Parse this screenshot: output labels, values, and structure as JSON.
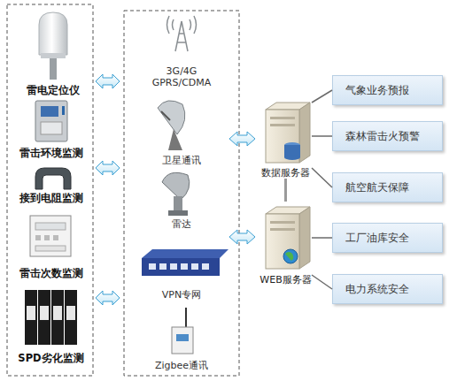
{
  "diagram": {
    "nodes": [
      {
        "text": [
          "雷电定位仪"
        ]
      },
      {
        "text": [
          "雷击环境监测"
        ]
      },
      {
        "text": [
          "接到电阻监测"
        ]
      },
      {
        "text": [
          "雷击次数监测"
        ]
      },
      {
        "text": [
          "SPD劣化监测"
        ]
      },
      {
        "text": [
          "3G/4G GPRS/CDMA"
        ]
      },
      {
        "text": [
          "卫星通讯"
        ]
      },
      {
        "text": [
          "雷达"
        ]
      },
      {
        "text": [
          "VPN专网"
        ]
      },
      {
        "text": [
          "Zigbee通讯"
        ]
      },
      {
        "text": [
          "数据服务器"
        ]
      },
      {
        "text": [
          "WEB服务器"
        ]
      },
      {
        "text": [
          "气象业务预报"
        ]
      },
      {
        "text": [
          "森林雷击火预警"
        ]
      },
      {
        "text": [
          "航空航天保障"
        ]
      },
      {
        "text": [
          "工厂油库安全"
        ]
      },
      {
        "text": [
          "电力系统安全"
        ]
      }
    ],
    "edges": [
      {
        "from": 10,
        "to": 11,
        "arrow": "none"
      },
      {
        "from": 10,
        "to": 12,
        "arrow": "none"
      },
      {
        "from": 10,
        "to": 13,
        "arrow": "none"
      },
      {
        "from": 10,
        "to": 14,
        "arrow": "none"
      },
      {
        "from": 11,
        "to": 15,
        "arrow": "none"
      },
      {
        "from": 11,
        "to": 16,
        "arrow": "none"
      }
    ]
  }
}
